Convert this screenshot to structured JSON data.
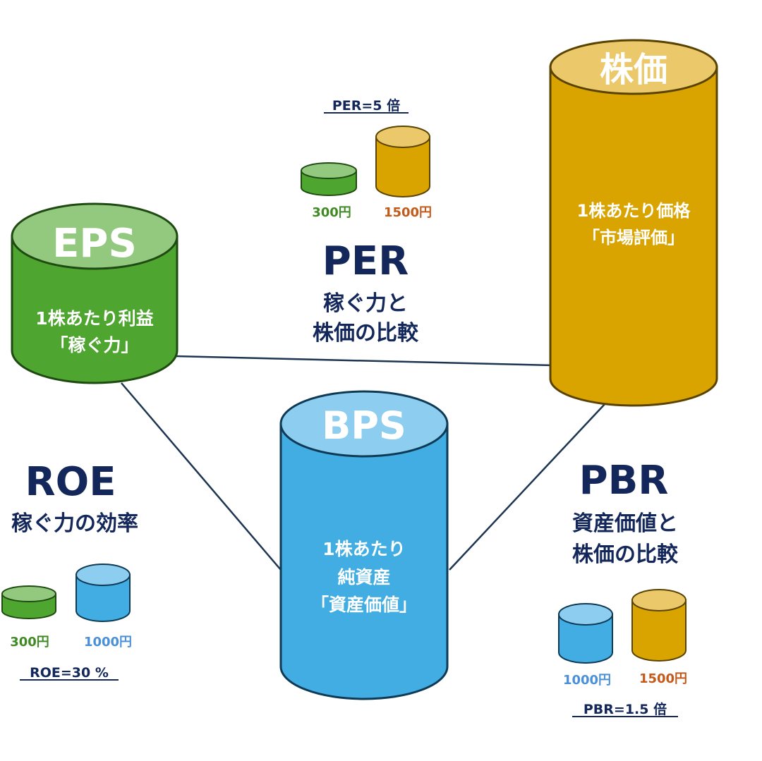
{
  "colors": {
    "eps_body": "#4ea52f",
    "eps_top": "#93c97e",
    "price_body": "#d9a400",
    "price_top": "#ebc96a",
    "bps_body": "#41ade2",
    "bps_top": "#8dcdef",
    "navy": "#13275a",
    "line": "#1d3550",
    "green_text": "#3f8a23",
    "orange_text": "#c45a1a",
    "blue_text": "#4a90d9"
  },
  "eps": {
    "title": "EPS",
    "line1": "1株あたり利益",
    "line2": "「稼ぐ力」"
  },
  "price": {
    "title": "株価",
    "line1": "1株あたり価格",
    "line2": "「市場評価」"
  },
  "bps": {
    "title": "BPS",
    "line1": "1株あたり",
    "line2": "純資産",
    "line3": "「資産価値」"
  },
  "per": {
    "title": "PER",
    "desc1": "稼ぐ力と",
    "desc2": "株価の比較",
    "formula": "PER=5 倍",
    "left_value": "300円",
    "right_value": "1500円"
  },
  "roe": {
    "title": "ROE",
    "desc1": "稼ぐ力の効率",
    "formula": "ROE=30 %",
    "left_value": "300円",
    "right_value": "1000円"
  },
  "pbr": {
    "title": "PBR",
    "desc1": "資産価値と",
    "desc2": "株価の比較",
    "formula": "PBR=1.5 倍",
    "left_value": "1000円",
    "right_value": "1500円"
  }
}
